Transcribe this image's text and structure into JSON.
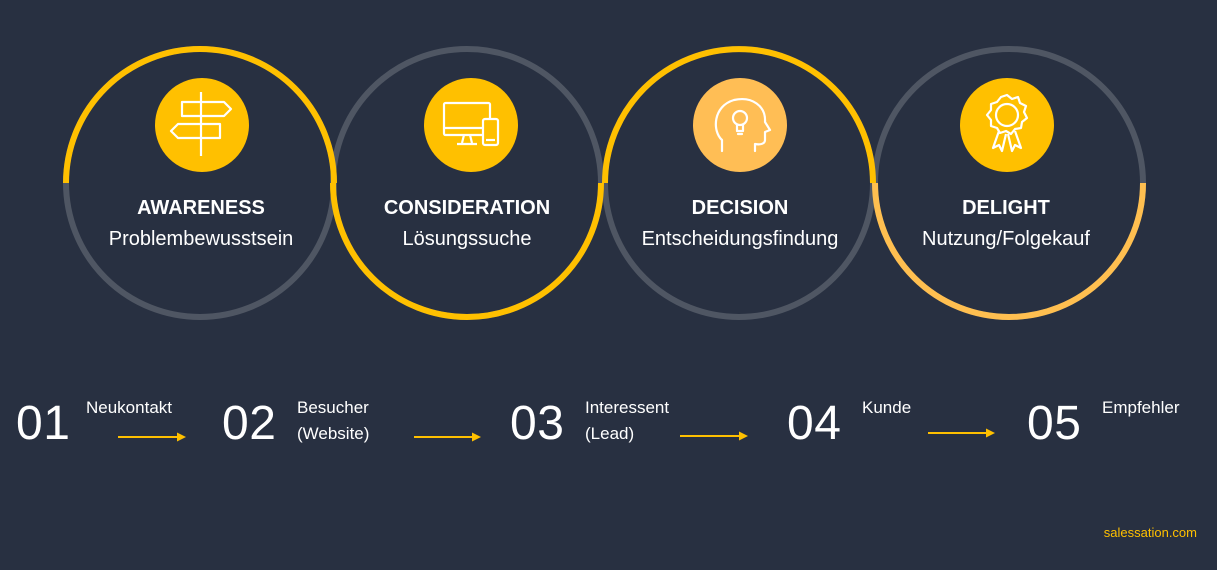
{
  "colors": {
    "background": "#283041",
    "accent": "#ffc000",
    "accent_light": "#ffbf50",
    "ring_gray": "#4f5663",
    "icon_disc_light": "#ffbe55",
    "text": "#ffffff"
  },
  "stages": [
    {
      "title": "AWARENESS",
      "subtitle": "Problembewusstsein",
      "icon": "signpost-icon"
    },
    {
      "title": "CONSIDERATION",
      "subtitle": "Lösungssuche",
      "icon": "devices-icon"
    },
    {
      "title": "DECISION",
      "subtitle": "Entscheidungsfindung",
      "icon": "head-lightbulb-icon"
    },
    {
      "title": "DELIGHT",
      "subtitle": "Nutzung/Folgekauf",
      "icon": "award-badge-icon"
    }
  ],
  "steps": [
    {
      "number": "01",
      "label": "Neukontakt"
    },
    {
      "number": "02",
      "label": "Besucher\n(Website)"
    },
    {
      "number": "03",
      "label": "Interessent\n(Lead)"
    },
    {
      "number": "04",
      "label": "Kunde"
    },
    {
      "number": "05",
      "label": "Empfehler"
    }
  ],
  "footer": {
    "source": "salessation.com"
  }
}
